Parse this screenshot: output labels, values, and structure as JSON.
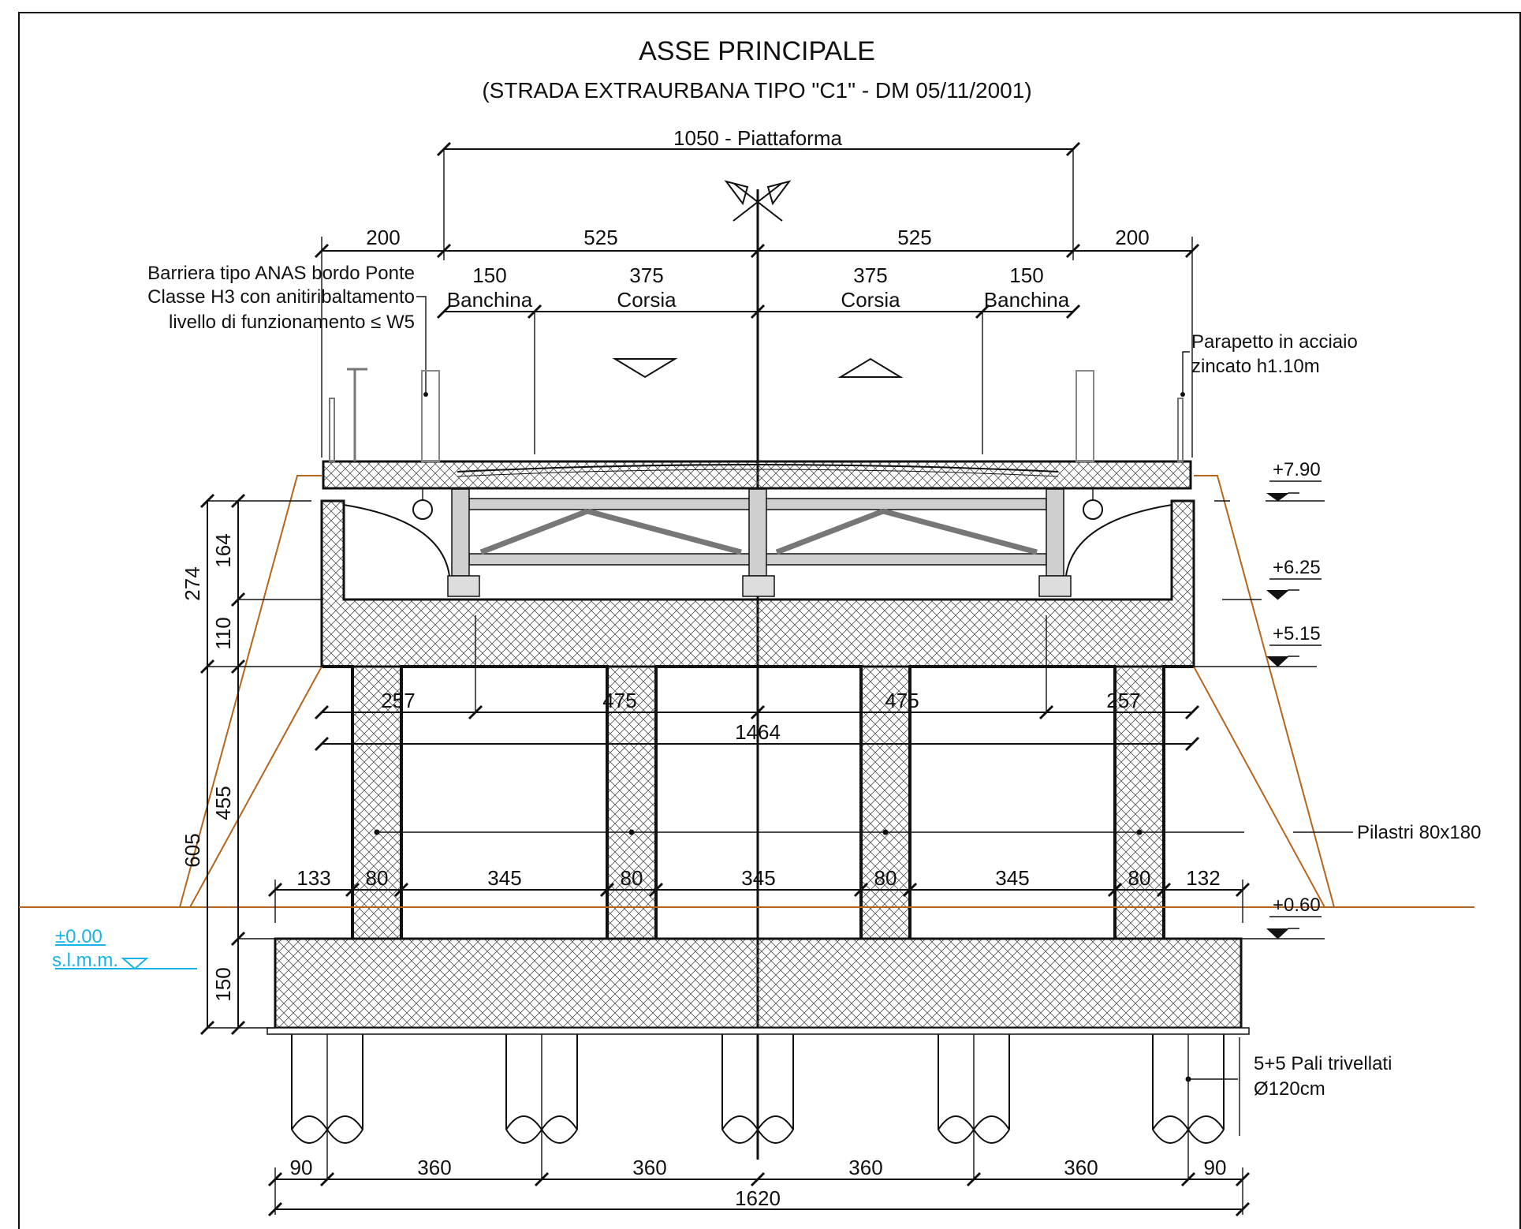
{
  "title": "ASSE PRINCIPALE",
  "subtitle": "(STRADA EXTRAURBANA TIPO \"C1\" - DM 05/11/2001)",
  "dims": {
    "platform": "1050 - Piattaforma",
    "side_left": "200",
    "half_left": "525",
    "half_right": "525",
    "side_right": "200",
    "shoulder_left_val": "150",
    "shoulder_left_name": "Banchina",
    "lane_left_val": "375",
    "lane_left_name": "Corsia",
    "lane_right_val": "375",
    "lane_right_name": "Corsia",
    "shoulder_right_val": "150",
    "shoulder_right_name": "Banchina",
    "v_274": "274",
    "v_164": "164",
    "v_110": "110",
    "v_605": "605",
    "v_455": "455",
    "v_150": "150",
    "cap_257_l": "257",
    "cap_475_l": "475",
    "cap_475_r": "475",
    "cap_257_r": "257",
    "cap_total": "1464",
    "p133": "133",
    "p80a": "80",
    "p345a": "345",
    "p80b": "80",
    "p345b": "345",
    "p80c": "80",
    "p345c": "345",
    "p80d": "80",
    "p132": "132",
    "f90l": "90",
    "f360a": "360",
    "f360b": "360",
    "f360c": "360",
    "f360d": "360",
    "f90r": "90",
    "f_total": "1620"
  },
  "labels": {
    "barrier_1": "Barriera tipo ANAS bordo Ponte",
    "barrier_2": "Classe H3 con anitiribaltamento",
    "barrier_3": "livello di funzionamento ≤ W5",
    "parapet_1": "Parapetto in acciaio",
    "parapet_2": "zincato h1.10m",
    "pillars": "Pilastri 80x180",
    "piles_1": "5+5 Pali trivellati",
    "piles_2": "Ø120cm"
  },
  "levels": {
    "l790": "+7.90",
    "l625": "+6.25",
    "l515": "+5.15",
    "l060": "+0.60",
    "sea_value": "±0.00",
    "sea_label": "s.l.m.m."
  },
  "colors": {
    "line": "#111111",
    "ground": "#b5651d",
    "sea": "#19b3e6",
    "steel": "#cfcfcf"
  },
  "icons": [
    "north-arrow-icon",
    "traffic-direction-down-icon",
    "traffic-direction-up-icon",
    "level-marker-icon"
  ]
}
